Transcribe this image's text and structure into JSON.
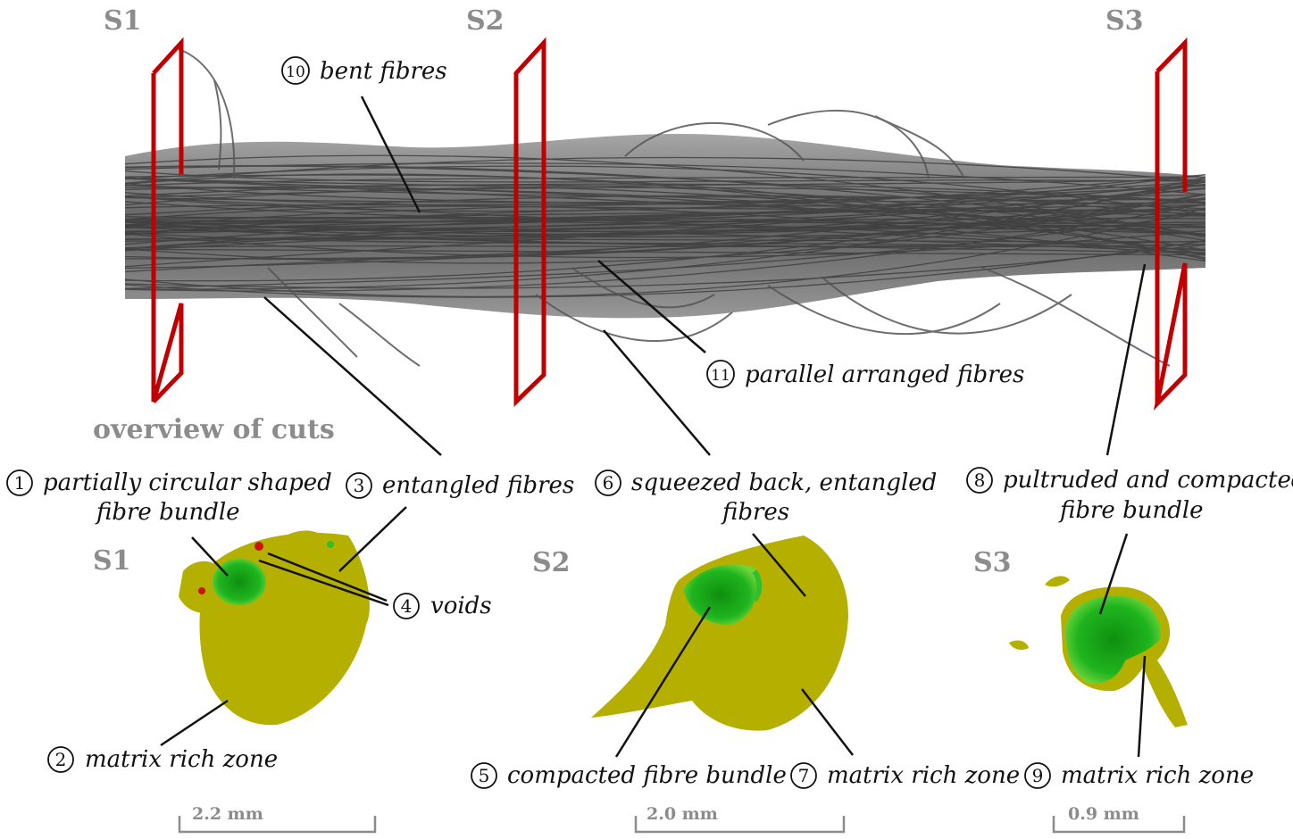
{
  "cut_labels": {
    "top_s1": "S1",
    "top_s2": "S2",
    "top_s3": "S3",
    "sec_s1": "S1",
    "sec_s2": "S2",
    "sec_s3": "S3"
  },
  "overview_label": "overview of cuts",
  "annotations": [
    {
      "num": "1",
      "text": "partially circular shaped"
    },
    {
      "num": "",
      "text": "fibre bundle"
    },
    {
      "num": "2",
      "text": "matrix rich zone"
    },
    {
      "num": "3",
      "text": "entangled fibres"
    },
    {
      "num": "4",
      "text": "voids"
    },
    {
      "num": "5",
      "text": "compacted fibre bundle"
    },
    {
      "num": "6",
      "text": "squeezed back, entangled"
    },
    {
      "num": "",
      "text": "fibres"
    },
    {
      "num": "7",
      "text": "matrix rich zone"
    },
    {
      "num": "8",
      "text": "pultruded and compacted"
    },
    {
      "num": "",
      "text": "fibre bundle"
    },
    {
      "num": "9",
      "text": "matrix rich zone"
    },
    {
      "num": "10",
      "text": "bent fibres"
    },
    {
      "num": "11",
      "text": "parallel arranged fibres"
    }
  ],
  "scales": {
    "s1": "2.2 mm",
    "s2": "2.0 mm",
    "s3": "0.9 mm"
  },
  "colors": {
    "cut_frame": "#c00000",
    "matrix": "#b5b000",
    "fibre_bundle": "#17a817",
    "void": "#c81414",
    "fibre": "#555555",
    "label_grey": "#8c8c8c"
  }
}
